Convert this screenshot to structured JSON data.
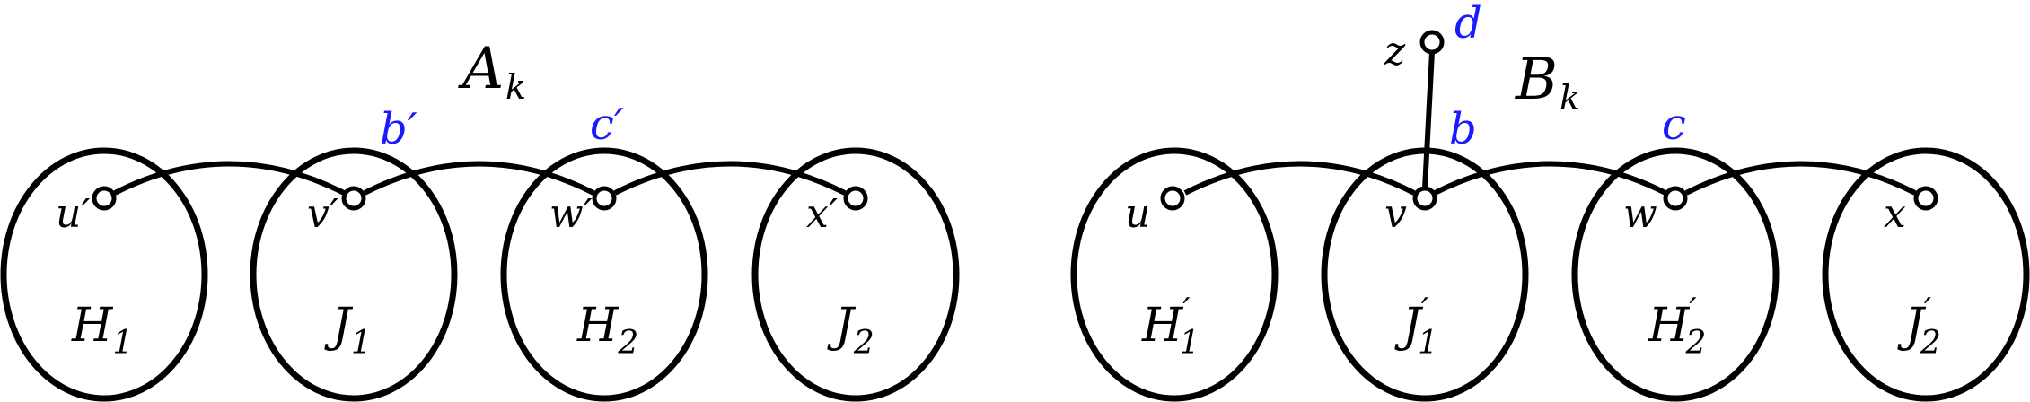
{
  "colors": {
    "stroke": "#000000",
    "accent": "#1a1aff"
  },
  "left": {
    "title": "A",
    "title_sub": "k",
    "sets": [
      {
        "label": "H",
        "sub": "1",
        "prime": ""
      },
      {
        "label": "J",
        "sub": "1",
        "prime": ""
      },
      {
        "label": "H",
        "sub": "2",
        "prime": ""
      },
      {
        "label": "J",
        "sub": "2",
        "prime": ""
      }
    ],
    "nodes": [
      "u′",
      "v′",
      "w′",
      "x′"
    ],
    "edge_labels": [
      "b′",
      "c′"
    ]
  },
  "right": {
    "title": "B",
    "title_sub": "k",
    "sets": [
      {
        "label": "H",
        "sub": "1",
        "prime": "′"
      },
      {
        "label": "J",
        "sub": "1",
        "prime": "′"
      },
      {
        "label": "H",
        "sub": "2",
        "prime": "′"
      },
      {
        "label": "J",
        "sub": "2",
        "prime": "′"
      }
    ],
    "nodes": [
      "u",
      "v",
      "w",
      "x"
    ],
    "extra_node": "z",
    "edge_labels": [
      "b",
      "c",
      "d"
    ]
  }
}
